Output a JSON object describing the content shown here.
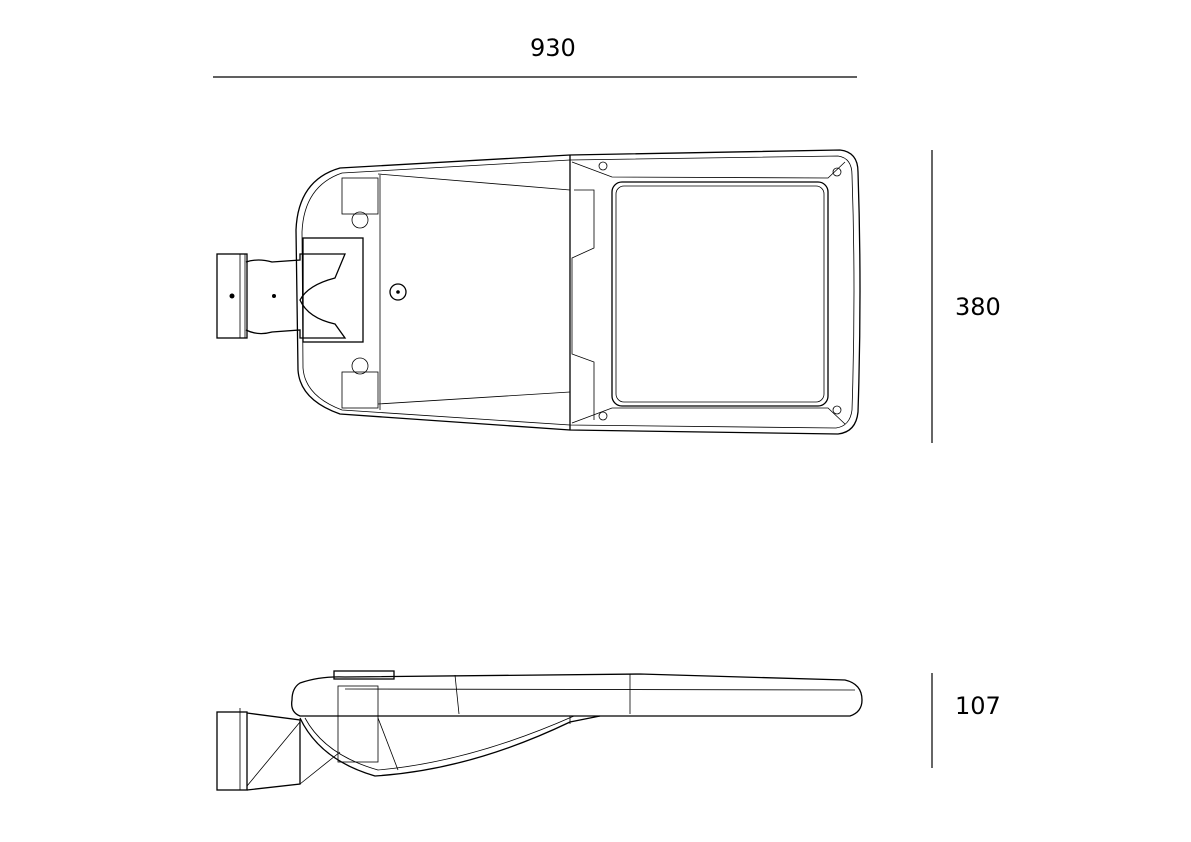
{
  "dimensions": {
    "length": "930",
    "width": "380",
    "height": "107"
  },
  "colors": {
    "line": "#000000",
    "background": "#ffffff"
  }
}
